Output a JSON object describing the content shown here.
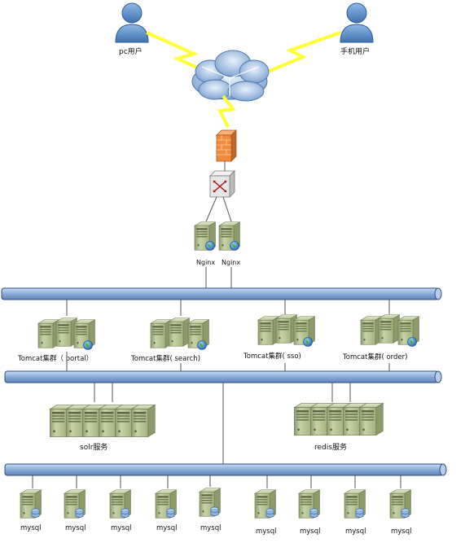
{
  "users": {
    "pc_label": "pc用户",
    "mobile_label": "手机用户"
  },
  "nginx": {
    "labels": [
      "Nginx",
      "Nginx"
    ]
  },
  "tomcat_clusters": [
    {
      "label": "Tomcat集群（ portal）"
    },
    {
      "label": "Tomcat集群( search)"
    },
    {
      "label": "Tomcat集群( sso)"
    },
    {
      "label": "Tomcat集群( order)"
    }
  ],
  "services": {
    "solr_label": "solr服务",
    "redis_label": "redis服务"
  },
  "mysql": {
    "labels": [
      "mysql",
      "mysql",
      "mysql",
      "mysql",
      "mysql",
      "mysql",
      "mysql",
      "mysql",
      "mysql"
    ]
  },
  "colors": {
    "bus_blue": "#7f9fcc",
    "server_green": "#b9c79a",
    "lightning": "#ffff33",
    "firewall": "#f08a3c",
    "cloud": "#7fa7d8",
    "user": "#5a8ec8"
  }
}
